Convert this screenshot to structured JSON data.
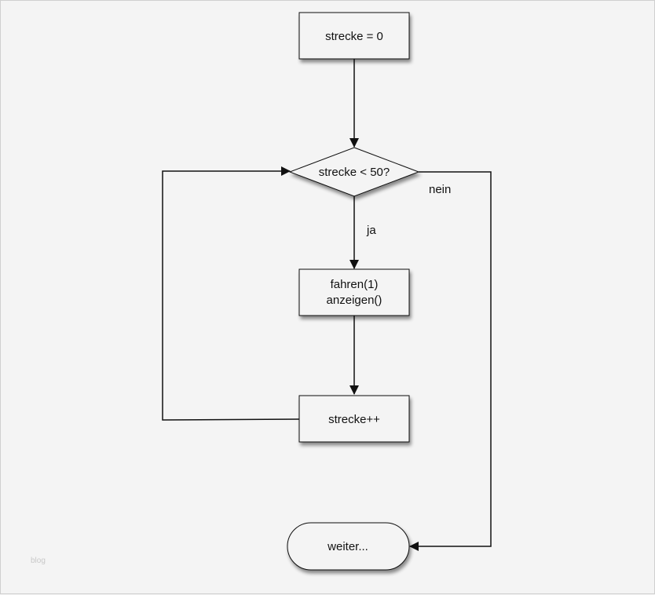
{
  "nodes": {
    "init": {
      "text": "strecke = 0"
    },
    "condition": {
      "text": "strecke < 50?"
    },
    "body": {
      "line1": "fahren(1)",
      "line2": "anzeigen()"
    },
    "increment": {
      "text": "strecke++"
    },
    "end": {
      "text": "weiter..."
    }
  },
  "edges": {
    "yes_label": "ja",
    "no_label": "nein"
  },
  "watermark": "blog",
  "colors": {
    "background": "#f4f4f4",
    "box_fill": "#f4f4f4",
    "stroke": "#111111",
    "shadow": "#9a9a9a"
  }
}
